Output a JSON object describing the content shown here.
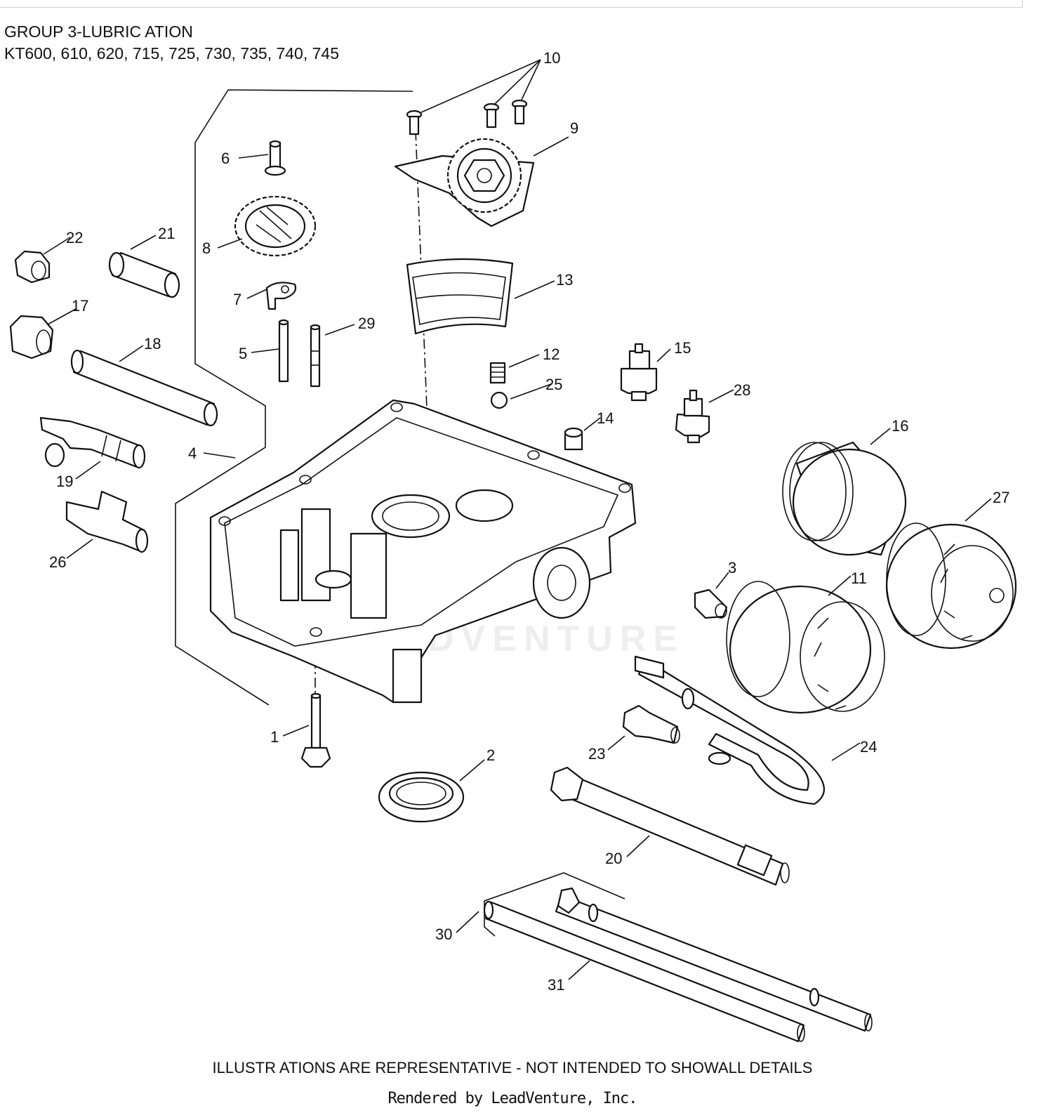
{
  "header": {
    "group_title": "GROUP 3-LUBRIC ATION",
    "models": "KT600, 610, 620, 715, 725, 730, 735, 740, 745"
  },
  "watermark": "LEADVENTURE",
  "callouts": {
    "c1": "1",
    "c2": "2",
    "c3": "3",
    "c4": "4",
    "c5": "5",
    "c6": "6",
    "c7": "7",
    "c8": "8",
    "c9": "9",
    "c10": "10",
    "c11": "11",
    "c12": "12",
    "c13": "13",
    "c14": "14",
    "c15": "15",
    "c16": "16",
    "c17": "17",
    "c18": "18",
    "c19": "19",
    "c20": "20",
    "c21": "21",
    "c22": "22",
    "c23": "23",
    "c24": "24",
    "c25": "25",
    "c26": "26",
    "c27": "27",
    "c28": "28",
    "c29": "29",
    "c30": "30",
    "c31": "31"
  },
  "footer": {
    "disclaimer": "ILLUSTR ATIONS ARE REPRESENTATIVE - NOT INTENDED TO SHOWALL DETAILS",
    "rendered_by": "Rendered by LeadVenture, Inc."
  }
}
